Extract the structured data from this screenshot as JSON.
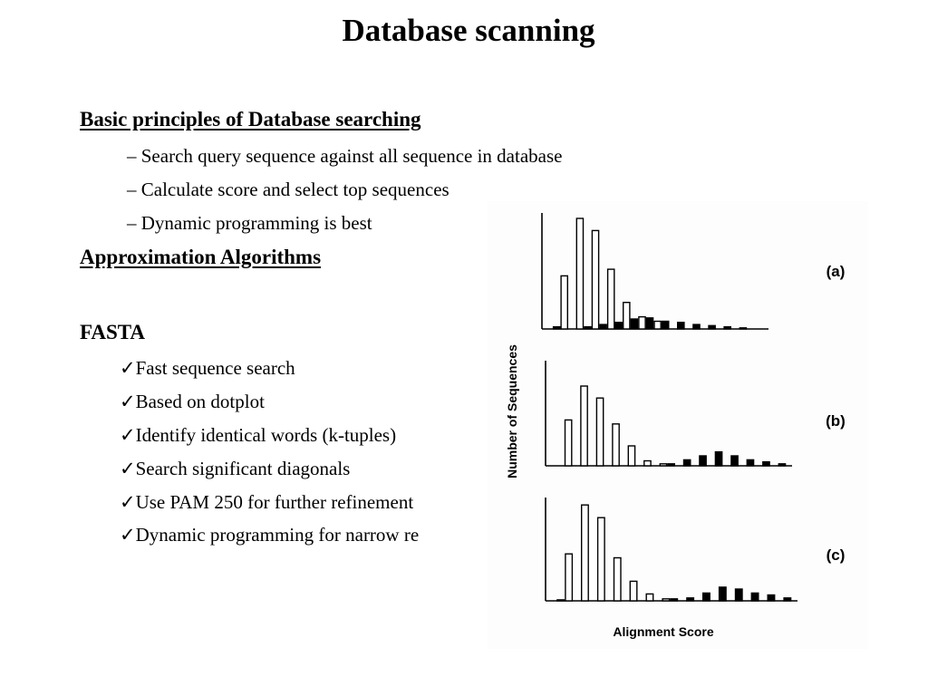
{
  "slide": {
    "title": "Database scanning",
    "section1": {
      "heading": "Basic principles of Database searching",
      "items": [
        "– Search query sequence against all sequence in database",
        "– Calculate score and select top sequences",
        "– Dynamic programming is best"
      ]
    },
    "section2": {
      "heading": "Approximation Algorithms"
    },
    "section3": {
      "heading": "FASTA",
      "items": [
        "✓Fast sequence search",
        "✓Based on dotplot",
        "✓Identify identical words (k-tuples)",
        "✓Search significant diagonals",
        "✓Use PAM 250 for further refinement",
        "✓Dynamic programming for narrow re"
      ]
    }
  },
  "chart_data": {
    "type": "bar",
    "ylabel": "Number of Sequences",
    "xlabel": "Alignment Score",
    "panels": [
      {
        "label": "(a)",
        "series": [
          {
            "name": "",
            "fill": "#ffffff",
            "values": [
              0,
              0.48,
              1.0,
              0.89,
              0.54,
              0.24,
              0.11,
              0.07,
              0,
              0,
              0,
              0,
              0,
              0
            ]
          },
          {
            "name": "",
            "fill": "#000000",
            "values": [
              0.02,
              0,
              0.02,
              0.04,
              0.06,
              0.09,
              0.1,
              0.07,
              0.06,
              0.04,
              0.03,
              0.02,
              0.01,
              0
            ]
          }
        ]
      },
      {
        "label": "(b)",
        "series": [
          {
            "name": "",
            "fill": "#ffffff",
            "values": [
              0,
              0.46,
              0.8,
              0.68,
              0.42,
              0.2,
              0.05,
              0.02,
              0,
              0,
              0,
              0,
              0,
              0,
              0
            ]
          },
          {
            "name": "",
            "fill": "#000000",
            "values": [
              0,
              0,
              0,
              0,
              0,
              0,
              0,
              0.02,
              0.06,
              0.1,
              0.14,
              0.1,
              0.06,
              0.04,
              0.02
            ]
          }
        ]
      },
      {
        "label": "(c)",
        "series": [
          {
            "name": "",
            "fill": "#ffffff",
            "values": [
              0,
              0.48,
              0.98,
              0.85,
              0.44,
              0.2,
              0.07,
              0.02,
              0,
              0,
              0,
              0,
              0,
              0,
              0
            ]
          },
          {
            "name": "",
            "fill": "#000000",
            "values": [
              0.01,
              0,
              0,
              0,
              0,
              0,
              0,
              0.02,
              0.03,
              0.08,
              0.14,
              0.12,
              0.08,
              0.06,
              0.03
            ]
          }
        ]
      }
    ]
  }
}
